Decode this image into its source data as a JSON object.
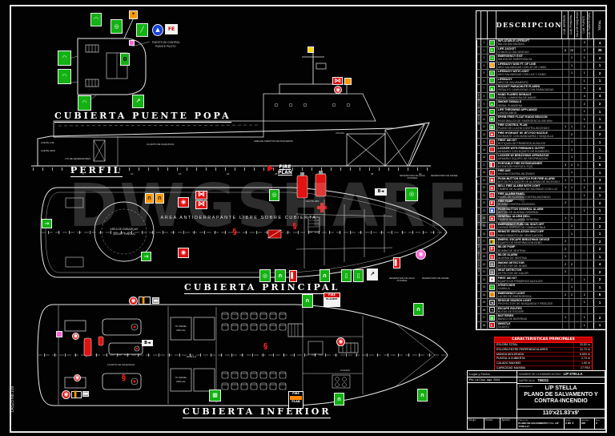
{
  "meta": {
    "watermark": "DWGSHARE.c",
    "sheet_code": "LAS23 No.109"
  },
  "icons": {
    "liferaft": "◠",
    "lifejacket": "∩",
    "lifebuoy": "◎",
    "ring": "○",
    "epirb": "▲",
    "fe": "FE",
    "knife": "╱",
    "light": "*",
    "exit": "→",
    "arrow": "↗",
    "bottle": "▯",
    "ext": "▌",
    "bell": "◉",
    "hydrant": "◉",
    "damper": "⋈",
    "hose": "§",
    "seat": "▬",
    "grid": "▦",
    "oval": "0",
    "bmark": "B◄",
    "target": "◉"
  },
  "decks": {
    "puente_popa": {
      "title": "CUBIERTA PUENTE POPA",
      "control1": "PUESTO DE CONTROL",
      "control2": "PUENTE PILOTO"
    },
    "perfil": {
      "title": "PERFIL",
      "aceite_lub": "ACEITE LUB.",
      "aceite_hidr": "ACEITE HIDR.",
      "lts_gen": "LTS DE GENERADORES",
      "cuarto_maq": "CUARTO DE MAQUINAS",
      "cocina": "COCINA",
      "asientos": "AREA DE ASIENTOS DE PASAJEROS",
      "res_agua": "RESERVORIO DE AGUA POTABLE",
      "res_diesel": "RESERVORIO DE DIESEL"
    },
    "principal": {
      "title": "CUBIERTA PRINCIPAL",
      "fire": "FIRE",
      "plan": "PLAN",
      "embarque1": "AREA DE EMBARQUE",
      "embarque2": "(BOZA Y PAÑOLA)",
      "antiderrapante": "AREA ANTIDERRAPANTE LIBRE SOBRE CUBIERTA",
      "co2": "CO2 50 LBS",
      "res_agua": "RESERVORIO DE AGUA POTABLE",
      "res_diesel": "RESERVORIO DE DIESEL"
    },
    "inferior": {
      "title": "CUBIERTA INFERIOR",
      "cuarto_maq": "CUARTO DE MAQUINAS",
      "pasillo": "PASILLO",
      "cocina": "COCINA",
      "tk1": "TK DIESEL",
      "tk2": "2500 GAL",
      "fb1": "FIRE",
      "fb2": "BLANKET",
      "fp1": "FIRE",
      "fp2": "PLAN"
    }
  },
  "legend": {
    "title": "DESCRIPCION",
    "total_label": "TOTAL",
    "group1": "EQUIPOS DE SALVAMENTO",
    "group2": "EQUIPOS CONTRA-INCENDIO",
    "columns": [
      "CUB. INFERIOR",
      "CUB. PRINCIPAL",
      "SALA DE MAQUINAS",
      "CUB. PUENTE",
      "CUB. PUENTE POPA"
    ],
    "rows": [
      {
        "n": "1",
        "sym": "◠",
        "css": "background:#12b212",
        "en": "INFLATABLE LIFERAFT",
        "es": "BALSA SALVAVIDAS",
        "c1": "",
        "c2": "",
        "c3": "",
        "c4": "4",
        "c5": "",
        "t": "4"
      },
      {
        "n": "2",
        "sym": "∩",
        "css": "background:#12b212",
        "en": "LIFE JACKET",
        "es": "CHALECO SALVAVIDAS",
        "c1": "8",
        "c2": "25",
        "c3": "",
        "c4": "2",
        "c5": "",
        "t": "35"
      },
      {
        "n": "3",
        "sym": "→",
        "css": "background:#12b212",
        "en": "EMERGENCY EXIT",
        "es": "SALIDA DE EMERGENCIA",
        "c1": "",
        "c2": "1",
        "c3": "",
        "c4": "1",
        "c5": "",
        "t": "2"
      },
      {
        "n": "4",
        "sym": "◎",
        "css": "background:#ff9800",
        "en": "LIFEBUOY W/30 FT. OF LINE",
        "es": "ARO SALVAVIDAS CON 30' DE CABO",
        "c1": "",
        "c2": "1",
        "c3": "",
        "c4": "",
        "c5": "",
        "t": "1"
      },
      {
        "n": "5",
        "sym": "◎",
        "css": "background:#12b212",
        "en": "LIFEBUOY WITH LIGHT",
        "es": "ARO SALVAVIDAS CON LUZ Y CABO",
        "c1": "",
        "c2": "1",
        "c3": "",
        "c4": "1",
        "c5": "",
        "t": "2"
      },
      {
        "n": "6",
        "sym": "○",
        "css": "background:#12b212",
        "en": "LIFEBUOY",
        "es": "ARO DE SALVAMENTO",
        "c1": "",
        "c2": "",
        "c3": "",
        "c4": "1",
        "c5": "",
        "t": "1"
      },
      {
        "n": "7",
        "sym": "▲",
        "css": "background:#12b212",
        "en": "ROCKET PARACHUTE FLARES",
        "es": "SEÑALES LUMINOSAS CON PARACAIDAS",
        "c1": "",
        "c2": "",
        "c3": "",
        "c4": "4",
        "c5": "",
        "t": "4"
      },
      {
        "n": "8",
        "sym": "△",
        "css": "background:#12b212",
        "en": "HAND FLARES SIGNALS",
        "es": "SEÑAL LUMINOSA DE MANO",
        "c1": "",
        "c2": "",
        "c3": "",
        "c4": "4",
        "c5": "",
        "t": "4"
      },
      {
        "n": "9",
        "sym": "▴",
        "css": "background:#12b212",
        "en": "SMOKE SIGNALS",
        "es": "SEÑAL FUMIGENA",
        "c1": "",
        "c2": "",
        "c3": "",
        "c4": "2",
        "c5": "",
        "t": "2"
      },
      {
        "n": "10",
        "sym": "~",
        "css": "background:#12b212",
        "en": "LIFE THROWING APPLIANCE",
        "es": "LANZACABOS",
        "c1": "",
        "c2": "",
        "c3": "",
        "c4": "1",
        "c5": "",
        "t": "1"
      },
      {
        "n": "11",
        "sym": "◉",
        "css": "background:#12b212",
        "en": "EPIRB FREE FLOAT RADIO BEACON",
        "es": "RADIOBALIZA DE EMERGENCIA 406 MHz",
        "c1": "",
        "c2": "",
        "c3": "",
        "c4": "1",
        "c5": "",
        "t": "1"
      },
      {
        "n": "12",
        "sym": "▦",
        "css": "background:#12b212",
        "en": "FIRE CONTROL PLAN",
        "es": "PLANO DE LUCHA CONTRA-INCENDIO",
        "c1": "1",
        "c2": "1",
        "c3": "",
        "c4": "1",
        "c5": "",
        "t": "3"
      },
      {
        "n": "13",
        "sym": "◉",
        "css": "background:#d81212",
        "en": "FIRE HYDRANT W/ JET-FOG NOZZLE",
        "es": "HIDRANTE CON MANGUERA Y BOQUILLA",
        "c1": "",
        "c2": "2",
        "c3": "",
        "c4": "",
        "c5": "",
        "t": "2"
      },
      {
        "n": "14",
        "sym": "+",
        "css": "background:#d81212",
        "en": "FIRST AID KIT",
        "es": "BOTIQUIN DE PRIMEROS AUXILIOS",
        "c1": "",
        "c2": "1",
        "c3": "",
        "c4": "",
        "c5": "",
        "t": "1"
      },
      {
        "n": "15",
        "sym": "▯",
        "css": "background:#d81212",
        "en": "LOCKER WITH FIREMAN'S OUTFIT",
        "es": "ARMARIO CON EQUIPO DE BOMBERO",
        "c1": "",
        "c2": "1",
        "c3": "",
        "c4": "",
        "c5": "",
        "t": "1"
      },
      {
        "n": "16",
        "sym": "▯",
        "css": "background:#d81212",
        "en": "LOCKER W/ BREATHING APPARATUS",
        "es": "ARMARIO EQUIPO DE RESPIRACION",
        "c1": "",
        "c2": "1",
        "c3": "",
        "c4": "",
        "c5": "",
        "t": "1"
      },
      {
        "n": "17",
        "sym": "▌",
        "css": "background:#d81212",
        "en": "PORTABLE FIRE EXTINGUISHER",
        "es": "EXTINTOR PORTATIL PQS",
        "c1": "3",
        "c2": "2",
        "c3": "1",
        "c4": "",
        "c5": "",
        "t": "6"
      },
      {
        "n": "18",
        "sym": "╱",
        "css": "background:#d81212",
        "en": "FIRE AXE",
        "es": "HACHA CONTRA-INCENDIO",
        "c1": "",
        "c2": "1",
        "c3": "",
        "c4": "",
        "c5": "",
        "t": "1"
      },
      {
        "n": "19",
        "sym": "●",
        "css": "background:#d81212",
        "en": "PUSH-BUTTON SWITCH FOR FIRE ALARM",
        "es": "BOTON PULSADOR DE ALARMA DE INCENDIO",
        "c1": "1",
        "c2": "1",
        "c3": "",
        "c4": "1",
        "c5": "",
        "t": "3"
      },
      {
        "n": "20",
        "sym": "◉",
        "css": "background:#d81212",
        "en": "BELL FIRE ALARM WITH LIGHT",
        "es": "TIMBRE DE ALARMA DE INCENDIO CON LUZ",
        "c1": "1",
        "c2": "1",
        "c3": "",
        "c4": "1",
        "c5": "",
        "t": "3"
      },
      {
        "n": "21",
        "sym": "▤",
        "css": "background:#d81212",
        "en": "FIRE ALARM PANEL",
        "es": "PANEL DE ALARMA CONTRA-INCENDIO",
        "c1": "",
        "c2": "",
        "c3": "",
        "c4": "1",
        "c5": "",
        "t": "1"
      },
      {
        "n": "22",
        "sym": "P",
        "css": "background:#d81212",
        "en": "FIRE PUMP",
        "es": "BOMBA CONTRA-INCENDIO",
        "c1": "2",
        "c2": "",
        "c3": "",
        "c4": "",
        "c5": "",
        "t": "2"
      },
      {
        "n": "23",
        "sym": "●",
        "css": "background:#1540d8",
        "en": "PUSH BUTTON GENERAL ALARM",
        "es": "BOTON DE ALARMA GENERAL",
        "c1": "",
        "c2": "",
        "c3": "",
        "c4": "1",
        "c5": "",
        "t": "1"
      },
      {
        "n": "24",
        "sym": "◉",
        "css": "background:#d81212",
        "en": "GENERAL ALARM BELL",
        "es": "TIMBRE DE ALARMA GENERAL",
        "c1": "1",
        "c2": "1",
        "c3": "",
        "c4": "",
        "c5": "",
        "t": "2"
      },
      {
        "n": "25",
        "sym": "╳",
        "css": "background:#d81212",
        "en": "EMERGENCY FUEL OIL SHUT-OFF",
        "es": "CIERRE RAPIDO DE COMBUSTIBLE",
        "c1": "",
        "c2": "2",
        "c3": "",
        "c4": "",
        "c5": "",
        "t": "2"
      },
      {
        "n": "26",
        "sym": "╳",
        "css": "background:#d81212",
        "en": "REMOTE VENTILATION SHUT-OFF",
        "es": "PARO REMOTO DE VENTILACION",
        "c1": "",
        "c2": "1",
        "c3": "",
        "c4": "",
        "c5": "",
        "t": "1"
      },
      {
        "n": "27",
        "sym": "◧",
        "css": "background:#d8c400;color:#000",
        "en": "EMERG. ESCAPE BREATHING DEVICE",
        "es": "EQUIPO DE RESPIRACION EEBD",
        "c1": "2",
        "c2": "",
        "c3": "",
        "c4": "",
        "c5": "",
        "t": "2"
      },
      {
        "n": "28",
        "sym": "P",
        "css": "background:#d81212",
        "en": "BILGE PUMP",
        "es": "BOMBA DE SENTINA",
        "c1": "2",
        "c2": "",
        "c3": "",
        "c4": "",
        "c5": "",
        "t": "2"
      },
      {
        "n": "29",
        "sym": "◍",
        "css": "background:#d81212",
        "en": "BILGE ALARM",
        "es": "ALARMA DE SENTINA",
        "c1": "1",
        "c2": "",
        "c3": "",
        "c4": "",
        "c5": "",
        "t": "1"
      },
      {
        "n": "30",
        "sym": "◍",
        "css": "background:#555555",
        "en": "SMOKE DETECTOR",
        "es": "DETECTOR DE HUMO",
        "c1": "2",
        "c2": "2",
        "c3": "",
        "c4": "",
        "c5": "",
        "t": "4"
      },
      {
        "n": "31",
        "sym": "◍",
        "css": "background:#555555",
        "en": "HEAT DETECTOR",
        "es": "DETECTOR DE CALOR",
        "c1": "2",
        "c2": "",
        "c3": "",
        "c4": "",
        "c5": "",
        "t": "2"
      },
      {
        "n": "32",
        "sym": "+",
        "css": "background:#eeeeee;color:#c00",
        "en": "FIRST AID KIT",
        "es": "EQUIPO DE PRIMEROS AUXILIOS",
        "c1": "",
        "c2": "1",
        "c3": "",
        "c4": "1",
        "c5": "",
        "t": "2"
      },
      {
        "n": "33",
        "sym": "▭",
        "css": "background:#12b212",
        "en": "STRETCHER",
        "es": "CAMILLA",
        "c1": "",
        "c2": "1",
        "c3": "",
        "c4": "",
        "c5": "",
        "t": "1"
      },
      {
        "n": "34",
        "sym": "◊",
        "css": "background:#ff9800;color:#222",
        "en": "EMERGENCY LIGHT",
        "es": "LUCES DE EMERGENCIA",
        "c1": "2",
        "c2": "2",
        "c3": "",
        "c4": "2",
        "c5": "",
        "t": "6"
      },
      {
        "n": "35",
        "sym": "◄",
        "css": "background:#333333",
        "en": "RESCUE SEARCH LIGHT",
        "es": "PROYECTOR DE BUSQUEDA Y RESCATE",
        "c1": "",
        "c2": "",
        "c3": "",
        "c4": "1",
        "c5": "",
        "t": "1"
      },
      {
        "n": "36",
        "sym": "→",
        "css": "background:#000000",
        "en": "ESCAPE ROUTES",
        "es": "RUTAS DE ESCAPE",
        "c1": "",
        "c2": "",
        "c3": "",
        "c4": "",
        "c5": "",
        "t": ""
      },
      {
        "n": "37",
        "sym": "▦",
        "css": "background:#12b212",
        "en": "BATTERIES",
        "es": "BANCO DE BATERIAS",
        "c1": "1",
        "c2": "",
        "c3": "",
        "c4": "1",
        "c5": "",
        "t": "2"
      },
      {
        "n": "38",
        "sym": "▸",
        "css": "background:#d81212",
        "en": "WHISTLE",
        "es": "SILBATO",
        "c1": "",
        "c2": "",
        "c3": "",
        "c4": "1",
        "c5": "",
        "t": "1"
      }
    ]
  },
  "chars": {
    "title": "CARACTERISTICAS PRINCIPALES",
    "rows": [
      {
        "k": "ESLORA TOTAL",
        "v": "33.52 m"
      },
      {
        "k": "ESLORA ENTRE PERPENDICULARES",
        "v": "31.70 m"
      },
      {
        "k": "MANGA MOLDEADA",
        "v": "6.654 m"
      },
      {
        "k": "PUNTAL A CUBIERTA",
        "v": "2.74 m"
      },
      {
        "k": "CALADO MAXIMO",
        "v": "1.90 m"
      },
      {
        "k": "CAPACIDAD MAXIMA",
        "v": "27 PAX"
      }
    ]
  },
  "titleblock": {
    "lugar_label": "Lugar y Fecha",
    "lugar_value": "Pto. La Cruz, Ago. 2004",
    "dib_label": "Dibujó",
    "dib_value": "",
    "rev2_label": "Revisó",
    "rev2_value": "",
    "apr_label": "Aprobó",
    "apr_value": "",
    "nombre_label": "NOMBRE DE LA EMBARCACION:",
    "nombre_value": "L/P STELLA",
    "matricula_label": "MATRICULA:",
    "matricula_value": "750211",
    "desc_label": "Descripcion",
    "line1": "L/P STELLA",
    "line2": "PLANO DE SALVAMENTO Y",
    "line3": "CONTRA-INCENDIO",
    "dims": "110'x21.83'x9'",
    "plano_label": "Plano No:",
    "plano_value": "PLANO DE SALVAMENTO Y C.I. L/P \"STELLA\"",
    "hoja_label": "Hoja",
    "hoja_value": "1 de 1",
    "escala_label": "Escala",
    "escala_value": "s/e",
    "rev_label": "Rev",
    "rev_value": "1"
  }
}
